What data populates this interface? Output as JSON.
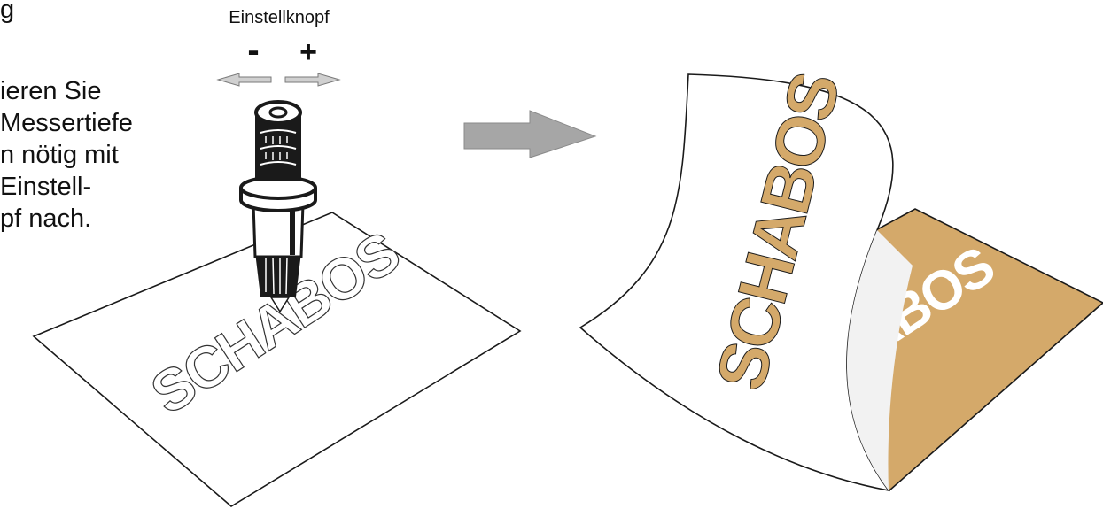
{
  "instruction": {
    "lines": [
      "g",
      "ieren Sie",
      "Messertiefe",
      "n nötig mit",
      " Einstell-",
      "pf nach."
    ]
  },
  "knob": {
    "label": "Einstellknopf",
    "minus": "-",
    "plus": "+"
  },
  "stencil": {
    "word_left": "SCHABOS",
    "word_peel": "SCHABOS",
    "word_base": "ABOS"
  },
  "colors": {
    "line": "#1a1a1a",
    "arrow_gray": "#a6a6a6",
    "kraft": "#d4a96a",
    "paper": "#ffffff"
  }
}
